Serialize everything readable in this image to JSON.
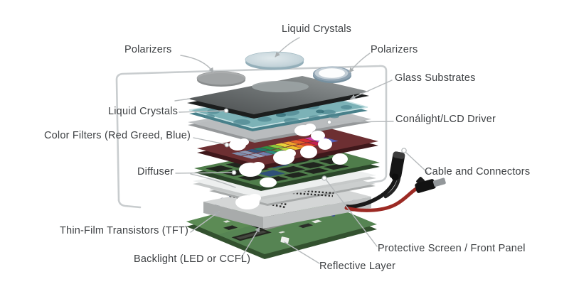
{
  "diagram": {
    "type": "exploded-lcd-display-diagram",
    "labels": {
      "liquid_crystals_top": "Liquid Crystals",
      "polarizers_left": "Polarizers",
      "polarizers_right": "Polarizers",
      "glass_substrates": "Glass Substrates",
      "liquid_crystals_left": "Liquid Crystals",
      "backlight_lcd_driver": "Conálight/LCD Driver",
      "color_filters": "Color Filters (Red Greed, Blue)",
      "diffuser": "Diffuser",
      "cable_and_connectors": "Cable and Connectors",
      "thin_film_transistors": "Thin-Film Transistors (TFT)",
      "backlight": "Backlight (LED or CCFL)",
      "protective_screen": "Protective Screen / Front Panel",
      "reflective_layer": "Reflective Layer"
    },
    "colors": {
      "label_text": "#3d4043",
      "leader_line": "#b6babc",
      "glass_outline": "#c6cacc",
      "polarizer_sheet": "#6e7374",
      "liquid_crystal_layer": "#7cb2b7",
      "glass_substrate_layer": "#babdbf",
      "color_filter_base": "#6d2f32",
      "tft_pcb_green": "#4f7d4b",
      "bottom_pcb_green": "#568453",
      "diffuser_white": "#edefef",
      "light_guide_gray": "#d4d6d6",
      "cable_black": "#191919",
      "cable_red": "#9c2a24",
      "filter_tile_palette_row1": [
        "#35547e",
        "#1e7a68",
        "#2f9040",
        "#86c93e",
        "#e8d43b",
        "#f0a22c",
        "#e8622a",
        "#d93030",
        "#cf3da8",
        "#7a43bf"
      ],
      "filter_tile_palette_row2": [
        "#6f7fae",
        "#2a8a7a",
        "#45a040",
        "#b5d93e",
        "#f0c22c",
        "#ee8229",
        "#e04028",
        "#c42050",
        "#9a4ac0",
        "#5560b5"
      ]
    }
  }
}
